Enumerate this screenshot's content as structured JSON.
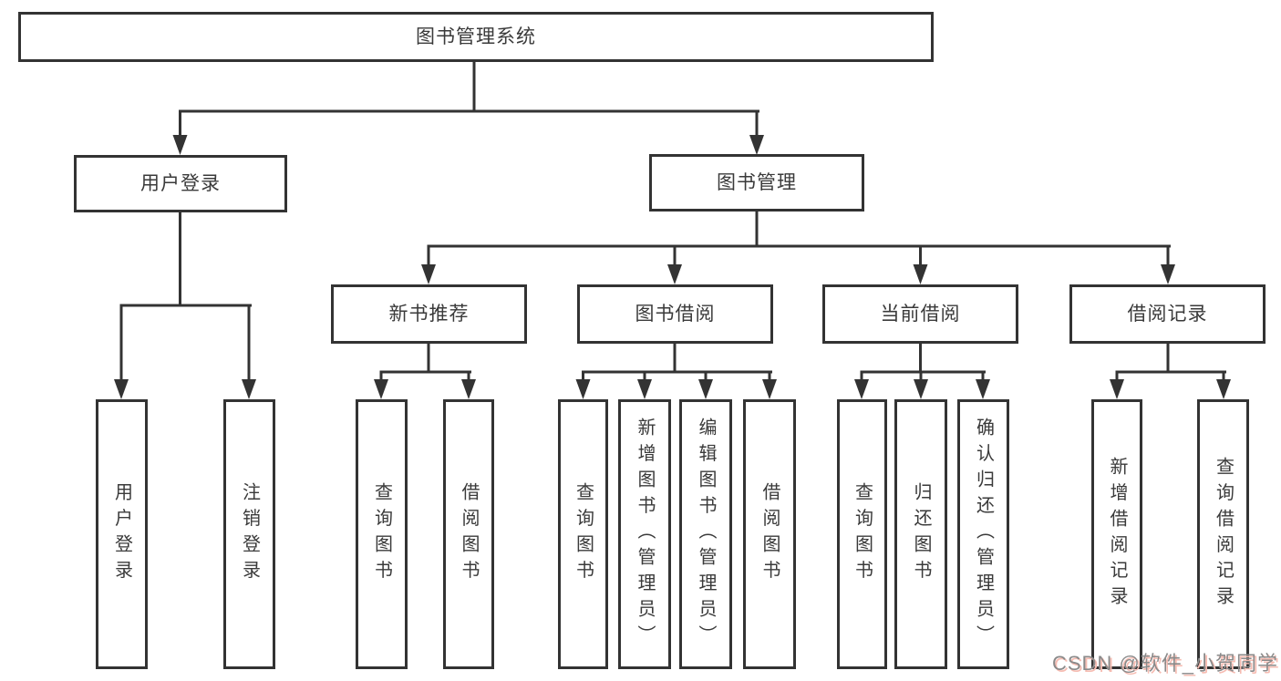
{
  "diagram": {
    "root": {
      "label": "图书管理系统"
    },
    "branches": {
      "user_login": {
        "label": "用户登录",
        "children": {
          "login": {
            "label": "用户登录"
          },
          "logout": {
            "label": "注销登录"
          }
        }
      },
      "book_mgmt": {
        "label": "图书管理",
        "children": {
          "new_book_rec": {
            "label": "新书推荐",
            "children": {
              "query": {
                "label": "查询图书"
              },
              "borrow": {
                "label": "借阅图书"
              }
            }
          },
          "book_borrow": {
            "label": "图书借阅",
            "children": {
              "query": {
                "label": "查询图书"
              },
              "add": {
                "label": "新增图书（管理员）"
              },
              "edit": {
                "label": "编辑图书（管理员）"
              },
              "borrow": {
                "label": "借阅图书"
              }
            }
          },
          "current_borrow": {
            "label": "当前借阅",
            "children": {
              "query": {
                "label": "查询图书"
              },
              "return": {
                "label": "归还图书"
              },
              "confirm": {
                "label": "确认归还（管理员）"
              }
            }
          },
          "borrow_record": {
            "label": "借阅记录",
            "children": {
              "add": {
                "label": "新增借阅记录"
              },
              "query": {
                "label": "查询借阅记录"
              }
            }
          }
        }
      }
    }
  },
  "watermark": {
    "text": "CSDN @软件_小贺同学"
  },
  "colors": {
    "line": "#333333",
    "text": "#3a3a3a",
    "background": "#ffffff",
    "watermark": "#8a8a8a",
    "watermark_shadow": "#f6bcb2"
  }
}
